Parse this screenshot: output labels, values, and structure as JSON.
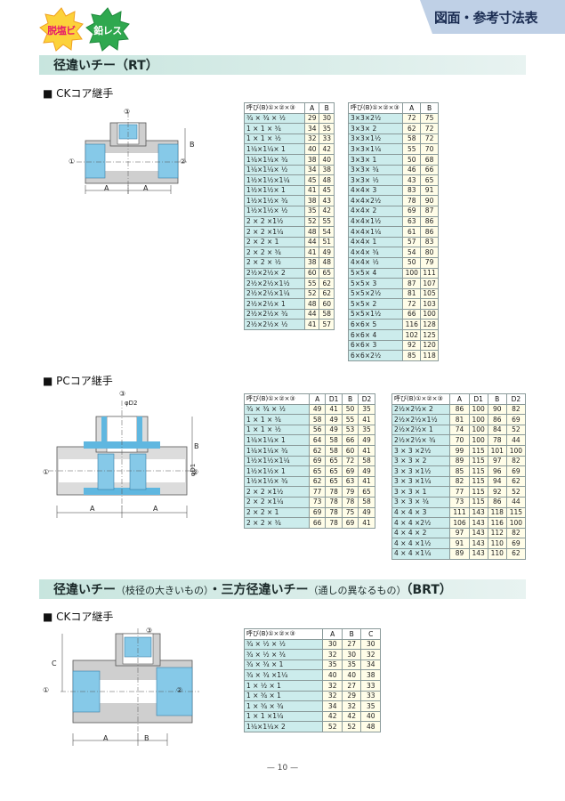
{
  "badges": [
    "脱塩ビ",
    "鉛レス"
  ],
  "header": {
    "title": "図面・参考寸法表"
  },
  "section1": {
    "title": "径違いチー（RT）",
    "ck": {
      "label": "■ CKコア継手",
      "table_left": {
        "header": [
          "呼び(B)①×②×③",
          "A",
          "B"
        ],
        "rows": [
          [
            "³⁄₄ × ³⁄₄ × ¹⁄₂",
            "29",
            "30"
          ],
          [
            "1 × 1 × ³⁄₄",
            "34",
            "35"
          ],
          [
            "1 × 1 × ¹⁄₂",
            "32",
            "33"
          ],
          [
            "1¹⁄₄×1¹⁄₄× 1",
            "40",
            "42"
          ],
          [
            "1¹⁄₄×1¹⁄₄× ³⁄₄",
            "38",
            "40"
          ],
          [
            "1¹⁄₄×1¹⁄₄× ¹⁄₂",
            "34",
            "38"
          ],
          [
            "1¹⁄₂×1¹⁄₂×1¹⁄₄",
            "45",
            "48"
          ],
          [
            "1¹⁄₂×1¹⁄₂× 1",
            "41",
            "45"
          ],
          [
            "1¹⁄₂×1¹⁄₂× ³⁄₄",
            "38",
            "43"
          ],
          [
            "1¹⁄₂×1¹⁄₂× ¹⁄₂",
            "35",
            "42"
          ],
          [
            "2 × 2 ×1¹⁄₂",
            "52",
            "55"
          ],
          [
            "2 × 2 ×1¹⁄₄",
            "48",
            "54"
          ],
          [
            "2 × 2 × 1",
            "44",
            "51"
          ],
          [
            "2 × 2 × ³⁄₄",
            "41",
            "49"
          ],
          [
            "2 × 2 × ¹⁄₂",
            "38",
            "48"
          ],
          [
            "2¹⁄₂×2¹⁄₂× 2",
            "60",
            "65"
          ],
          [
            "2¹⁄₂×2¹⁄₂×1¹⁄₂",
            "55",
            "62"
          ],
          [
            "2¹⁄₂×2¹⁄₂×1¹⁄₄",
            "52",
            "62"
          ],
          [
            "2¹⁄₂×2¹⁄₂× 1",
            "48",
            "60"
          ],
          [
            "2¹⁄₂×2¹⁄₂× ³⁄₄",
            "44",
            "58"
          ],
          [
            "2¹⁄₂×2¹⁄₂× ¹⁄₂",
            "41",
            "57"
          ]
        ]
      },
      "table_right": {
        "header": [
          "呼び(B)①×②×③",
          "A",
          "B"
        ],
        "rows": [
          [
            "3×3×2¹⁄₂",
            "72",
            "75"
          ],
          [
            "3×3× 2",
            "62",
            "72"
          ],
          [
            "3×3×1¹⁄₂",
            "58",
            "72"
          ],
          [
            "3×3×1¹⁄₄",
            "55",
            "70"
          ],
          [
            "3×3× 1",
            "50",
            "68"
          ],
          [
            "3×3× ³⁄₄",
            "46",
            "66"
          ],
          [
            "3×3× ¹⁄₂",
            "43",
            "65"
          ],
          [
            "4×4× 3",
            "83",
            "91"
          ],
          [
            "4×4×2¹⁄₂",
            "78",
            "90"
          ],
          [
            "4×4× 2",
            "69",
            "87"
          ],
          [
            "4×4×1¹⁄₂",
            "63",
            "86"
          ],
          [
            "4×4×1¹⁄₄",
            "61",
            "86"
          ],
          [
            "4×4× 1",
            "57",
            "83"
          ],
          [
            "4×4× ³⁄₄",
            "54",
            "80"
          ],
          [
            "4×4× ¹⁄₂",
            "50",
            "79"
          ],
          [
            "5×5× 4",
            "100",
            "111"
          ],
          [
            "5×5× 3",
            "87",
            "107"
          ],
          [
            "5×5×2¹⁄₂",
            "81",
            "105"
          ],
          [
            "5×5× 2",
            "72",
            "103"
          ],
          [
            "5×5×1¹⁄₂",
            "66",
            "100"
          ],
          [
            "6×6× 5",
            "116",
            "128"
          ],
          [
            "6×6× 4",
            "102",
            "125"
          ],
          [
            "6×6× 3",
            "92",
            "120"
          ],
          [
            "6×6×2¹⁄₂",
            "85",
            "118"
          ]
        ]
      }
    },
    "pc": {
      "label": "■ PCコア継手",
      "table_left": {
        "header": [
          "呼び(B)①×②×③",
          "A",
          "D1",
          "B",
          "D2"
        ],
        "rows": [
          [
            "³⁄₄ × ³⁄₄ × ¹⁄₂",
            "49",
            "41",
            "50",
            "35"
          ],
          [
            "1 × 1 × ³⁄₄",
            "58",
            "49",
            "55",
            "41"
          ],
          [
            "1 × 1 × ¹⁄₂",
            "56",
            "49",
            "53",
            "35"
          ],
          [
            "1¹⁄₄×1¹⁄₄× 1",
            "64",
            "58",
            "66",
            "49"
          ],
          [
            "1¹⁄₄×1¹⁄₄× ³⁄₄",
            "62",
            "58",
            "60",
            "41"
          ],
          [
            "1¹⁄₂×1¹⁄₂×1¹⁄₄",
            "69",
            "65",
            "72",
            "58"
          ],
          [
            "1¹⁄₂×1¹⁄₂× 1",
            "65",
            "65",
            "69",
            "49"
          ],
          [
            "1¹⁄₂×1¹⁄₂× ³⁄₄",
            "62",
            "65",
            "63",
            "41"
          ],
          [
            "2 × 2 ×1¹⁄₂",
            "77",
            "78",
            "79",
            "65"
          ],
          [
            "2 × 2 ×1¹⁄₄",
            "73",
            "78",
            "78",
            "58"
          ],
          [
            "2 × 2 × 1",
            "69",
            "78",
            "75",
            "49"
          ],
          [
            "2 × 2 × ³⁄₄",
            "66",
            "78",
            "69",
            "41"
          ]
        ]
      },
      "table_right": {
        "header": [
          "呼び(B)①×②×③",
          "A",
          "D1",
          "B",
          "D2"
        ],
        "rows": [
          [
            "2¹⁄₂×2¹⁄₂× 2",
            "86",
            "100",
            "90",
            "82"
          ],
          [
            "2¹⁄₂×2¹⁄₂×1¹⁄₂",
            "81",
            "100",
            "86",
            "69"
          ],
          [
            "2¹⁄₂×2¹⁄₂× 1",
            "74",
            "100",
            "84",
            "52"
          ],
          [
            "2¹⁄₂×2¹⁄₂× ³⁄₄",
            "70",
            "100",
            "78",
            "44"
          ],
          [
            "3 × 3 ×2¹⁄₂",
            "99",
            "115",
            "101",
            "100"
          ],
          [
            "3 × 3 × 2",
            "89",
            "115",
            "97",
            "82"
          ],
          [
            "3 × 3 ×1¹⁄₂",
            "85",
            "115",
            "96",
            "69"
          ],
          [
            "3 × 3 ×1¹⁄₄",
            "82",
            "115",
            "94",
            "62"
          ],
          [
            "3 × 3 × 1",
            "77",
            "115",
            "92",
            "52"
          ],
          [
            "3 × 3 × ³⁄₄",
            "73",
            "115",
            "86",
            "44"
          ],
          [
            "4 × 4 × 3",
            "111",
            "143",
            "118",
            "115"
          ],
          [
            "4 × 4 ×2¹⁄₂",
            "106",
            "143",
            "116",
            "100"
          ],
          [
            "4 × 4 × 2",
            "97",
            "143",
            "112",
            "82"
          ],
          [
            "4 × 4 ×1¹⁄₂",
            "91",
            "143",
            "110",
            "69"
          ],
          [
            "4 × 4 ×1¹⁄₄",
            "89",
            "143",
            "110",
            "62"
          ]
        ]
      }
    }
  },
  "section2": {
    "title_main1": "径違いチー",
    "title_small1": "（枝径の大きいもの）",
    "title_main2": "・三方径違いチー",
    "title_small2": "（通しの異なるもの）",
    "title_main3": "（BRT）",
    "ck": {
      "label": "■ CKコア継手",
      "table": {
        "header": [
          "呼び(B)①×②×③",
          "A",
          "B",
          "C"
        ],
        "rows": [
          [
            "³⁄₄ × ¹⁄₂ × ¹⁄₂",
            "30",
            "27",
            "30"
          ],
          [
            "³⁄₄ × ¹⁄₂ × ³⁄₄",
            "32",
            "30",
            "32"
          ],
          [
            "³⁄₄ × ³⁄₄ × 1",
            "35",
            "35",
            "34"
          ],
          [
            "³⁄₄ × ³⁄₄ ×1¹⁄₄",
            "40",
            "40",
            "38"
          ],
          [
            "1 × ¹⁄₂ × 1",
            "32",
            "27",
            "33"
          ],
          [
            "1 × ³⁄₄ × 1",
            "32",
            "29",
            "33"
          ],
          [
            "1 × ³⁄₄ × ³⁄₄",
            "34",
            "32",
            "35"
          ],
          [
            "1 × 1 ×1¹⁄₄",
            "42",
            "42",
            "40"
          ],
          [
            "1¹⁄₄×1¹⁄₄× 2",
            "52",
            "52",
            "48"
          ]
        ]
      }
    }
  },
  "diagram_labels": {
    "circ1": "①",
    "circ2": "②",
    "circ3": "③",
    "dim_a": "A",
    "dim_b": "B",
    "dim_c": "C",
    "phi_d1": "φD1",
    "phi_d2": "φD2"
  },
  "page": {
    "number": "— 10 —"
  },
  "colors": {
    "section_bar": "#c7e5de",
    "header_tab": "#bfd0e6",
    "label_cell": "#ccecec",
    "value_cell": "#fffde8",
    "pipe_blue": "#5fb7e0"
  }
}
